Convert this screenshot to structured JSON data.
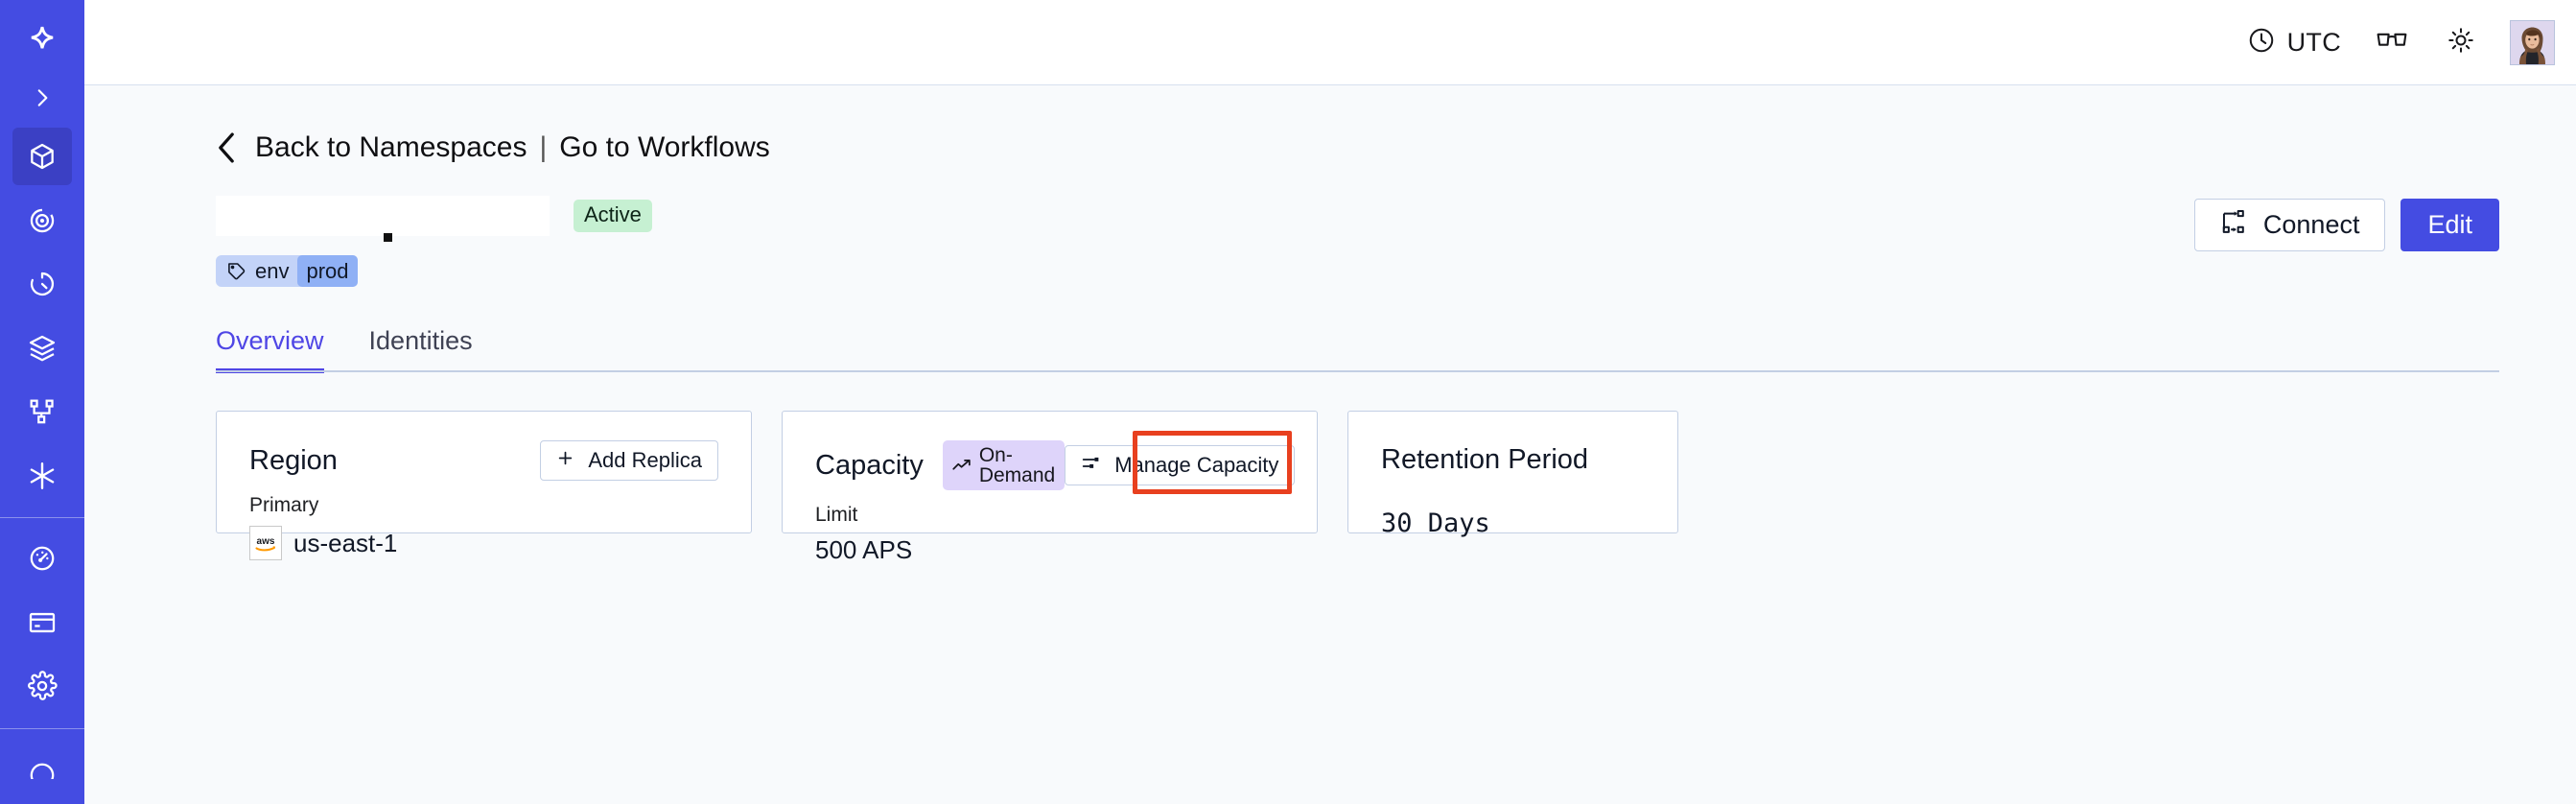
{
  "sidebar": {
    "logo": "temporal-star-logo",
    "expand_label": "expand-sidebar",
    "items": [
      {
        "icon": "cube-icon",
        "name": "namespaces",
        "active": true
      },
      {
        "icon": "target-eye-icon",
        "name": "observability",
        "active": false
      },
      {
        "icon": "history-timer-icon",
        "name": "schedules",
        "active": false
      },
      {
        "icon": "layers-icon",
        "name": "batch-operations",
        "active": false
      },
      {
        "icon": "git-branch-icon",
        "name": "workflows",
        "active": false
      },
      {
        "icon": "asterisk-icon",
        "name": "nexus",
        "active": false
      }
    ],
    "bottom_items": [
      {
        "icon": "gauge-icon",
        "name": "usage"
      },
      {
        "icon": "credit-card-icon",
        "name": "billing"
      },
      {
        "icon": "gear-icon",
        "name": "settings"
      }
    ]
  },
  "header": {
    "timezone": "UTC",
    "timezone_icon": "clock-icon",
    "glasses_icon": "glasses-icon",
    "theme_icon": "sun-icon",
    "avatar": "user-avatar"
  },
  "breadcrumb": {
    "back_icon": "chevron-left-icon",
    "back_label": "Back to Namespaces",
    "separator": "|",
    "forward_label": "Go to Workflows"
  },
  "title": {
    "name_redacted": "",
    "status_badge": "Active",
    "tag": {
      "icon": "tag-icon",
      "key": "env",
      "value": "prod"
    }
  },
  "actions": {
    "connect_label": "Connect",
    "connect_icon": "connect-workflow-icon",
    "edit_label": "Edit"
  },
  "tabs": [
    {
      "label": "Overview",
      "active": true
    },
    {
      "label": "Identities",
      "active": false
    }
  ],
  "cards": {
    "region": {
      "title": "Region",
      "action_label": "Add Replica",
      "action_icon": "plus-icon",
      "sub_label": "Primary",
      "provider_icon": "aws-logo",
      "value": "us-east-1"
    },
    "capacity": {
      "title": "Capacity",
      "badge_label": "On-Demand",
      "badge_icon": "trending-up-icon",
      "action_label": "Manage Capacity",
      "action_icon": "sliders-icon",
      "sub_label": "Limit",
      "value": "500 APS",
      "highlighted": true
    },
    "retention": {
      "title": "Retention Period",
      "value": "30 Days"
    }
  },
  "colors": {
    "sidebar_bg": "#444ce2",
    "accent": "#4f46e5",
    "page_bg": "#f8fafc",
    "card_border": "#c3cfe4",
    "badge_active_bg": "#c6f0d2",
    "badge_ondemand_bg": "#ded4fa",
    "tag_bg": "#c3d3f8",
    "tag_value_bg": "#8fb0f5",
    "annotation": "#e8401f"
  }
}
